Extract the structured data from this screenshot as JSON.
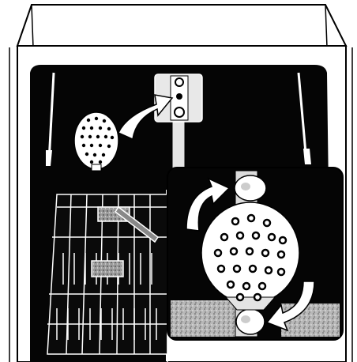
{
  "figure": {
    "subject": "dishwasher-interior",
    "callouts": [
      "spray-arm-mount-detail",
      "spray-arm-removal-inset"
    ]
  },
  "colors": {
    "ink": "#000000",
    "paper": "#ffffff",
    "tub": "#050505",
    "grey": "#a9a9a9",
    "light_grey": "#d9d9d9"
  }
}
